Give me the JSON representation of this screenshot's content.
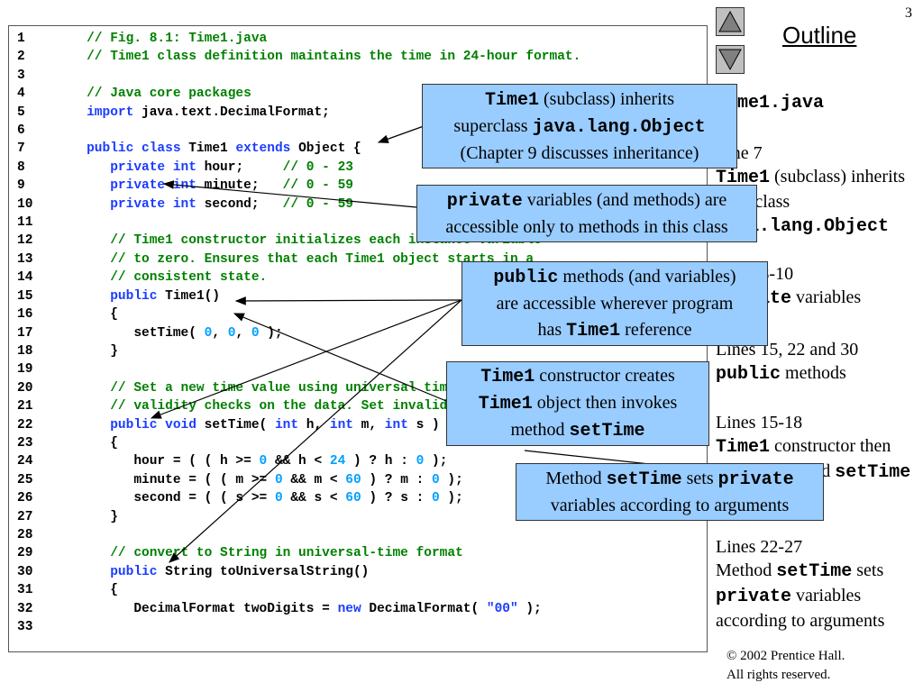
{
  "page_number": "3",
  "outline_title": "Outline",
  "code_lines": [
    {
      "num": "1",
      "parts": [
        {
          "t": "   // Fig. 8.1: Time1.java",
          "c": "c"
        }
      ]
    },
    {
      "num": "2",
      "parts": [
        {
          "t": "   // Time1 class definition maintains the time in 24-hour format.",
          "c": "c"
        }
      ]
    },
    {
      "num": "3",
      "parts": []
    },
    {
      "num": "4",
      "parts": [
        {
          "t": "   // Java core packages",
          "c": "c"
        }
      ]
    },
    {
      "num": "5",
      "parts": [
        {
          "t": "   "
        },
        {
          "t": "import",
          "c": "k"
        },
        {
          "t": " java.text.DecimalFormat;"
        }
      ]
    },
    {
      "num": "6",
      "parts": []
    },
    {
      "num": "7",
      "parts": [
        {
          "t": "   "
        },
        {
          "t": "public class",
          "c": "k"
        },
        {
          "t": " Time1 "
        },
        {
          "t": "extends",
          "c": "k"
        },
        {
          "t": " Object {"
        }
      ]
    },
    {
      "num": "8",
      "parts": [
        {
          "t": "      "
        },
        {
          "t": "private int",
          "c": "k"
        },
        {
          "t": " hour;     "
        },
        {
          "t": "// 0 - 23",
          "c": "c"
        }
      ]
    },
    {
      "num": "9",
      "parts": [
        {
          "t": "      "
        },
        {
          "t": "private int",
          "c": "k"
        },
        {
          "t": " minute;   "
        },
        {
          "t": "// 0 - 59",
          "c": "c"
        }
      ]
    },
    {
      "num": "10",
      "parts": [
        {
          "t": "      "
        },
        {
          "t": "private int",
          "c": "k"
        },
        {
          "t": " second;   "
        },
        {
          "t": "// 0 - 59",
          "c": "c"
        }
      ]
    },
    {
      "num": "11",
      "parts": []
    },
    {
      "num": "12",
      "parts": [
        {
          "t": "      // Time1 constructor initializes each instance variable",
          "c": "c"
        }
      ]
    },
    {
      "num": "13",
      "parts": [
        {
          "t": "      // to zero. Ensures that each Time1 object starts in a",
          "c": "c"
        }
      ]
    },
    {
      "num": "14",
      "parts": [
        {
          "t": "      // consistent state.",
          "c": "c"
        }
      ]
    },
    {
      "num": "15",
      "parts": [
        {
          "t": "      "
        },
        {
          "t": "public",
          "c": "k"
        },
        {
          "t": " Time1()"
        }
      ]
    },
    {
      "num": "16",
      "parts": [
        {
          "t": "      {"
        }
      ]
    },
    {
      "num": "17",
      "parts": [
        {
          "t": "         setTime( "
        },
        {
          "t": "0",
          "c": "n"
        },
        {
          "t": ", "
        },
        {
          "t": "0",
          "c": "n"
        },
        {
          "t": ", "
        },
        {
          "t": "0",
          "c": "n"
        },
        {
          "t": " );"
        }
      ]
    },
    {
      "num": "18",
      "parts": [
        {
          "t": "      }"
        }
      ]
    },
    {
      "num": "19",
      "parts": []
    },
    {
      "num": "20",
      "parts": [
        {
          "t": "      // Set a new time value using universal time. Perform",
          "c": "c"
        }
      ]
    },
    {
      "num": "21",
      "parts": [
        {
          "t": "      // validity checks on the data. Set invalid values to zero.",
          "c": "c"
        }
      ]
    },
    {
      "num": "22",
      "parts": [
        {
          "t": "      "
        },
        {
          "t": "public void",
          "c": "k"
        },
        {
          "t": " setTime( "
        },
        {
          "t": "int",
          "c": "k"
        },
        {
          "t": " h, "
        },
        {
          "t": "int",
          "c": "k"
        },
        {
          "t": " m, "
        },
        {
          "t": "int",
          "c": "k"
        },
        {
          "t": " s )"
        }
      ]
    },
    {
      "num": "23",
      "parts": [
        {
          "t": "      {"
        }
      ]
    },
    {
      "num": "24",
      "parts": [
        {
          "t": "         hour = ( ( h >= "
        },
        {
          "t": "0",
          "c": "n"
        },
        {
          "t": " && h < "
        },
        {
          "t": "24",
          "c": "n"
        },
        {
          "t": " ) ? h : "
        },
        {
          "t": "0",
          "c": "n"
        },
        {
          "t": " );"
        }
      ]
    },
    {
      "num": "25",
      "parts": [
        {
          "t": "         minute = ( ( m >= "
        },
        {
          "t": "0",
          "c": "n"
        },
        {
          "t": " && m < "
        },
        {
          "t": "60",
          "c": "n"
        },
        {
          "t": " ) ? m : "
        },
        {
          "t": "0",
          "c": "n"
        },
        {
          "t": " );"
        }
      ]
    },
    {
      "num": "26",
      "parts": [
        {
          "t": "         second = ( ( s >= "
        },
        {
          "t": "0",
          "c": "n"
        },
        {
          "t": " && s < "
        },
        {
          "t": "60",
          "c": "n"
        },
        {
          "t": " ) ? s : "
        },
        {
          "t": "0",
          "c": "n"
        },
        {
          "t": " );"
        }
      ]
    },
    {
      "num": "27",
      "parts": [
        {
          "t": "      }"
        }
      ]
    },
    {
      "num": "28",
      "parts": []
    },
    {
      "num": "29",
      "parts": [
        {
          "t": "      // convert to String in universal-time format",
          "c": "c"
        }
      ]
    },
    {
      "num": "30",
      "parts": [
        {
          "t": "      "
        },
        {
          "t": "public",
          "c": "k"
        },
        {
          "t": " String toUniversalString()"
        }
      ]
    },
    {
      "num": "31",
      "parts": [
        {
          "t": "      {"
        }
      ]
    },
    {
      "num": "32",
      "parts": [
        {
          "t": "         DecimalFormat twoDigits = "
        },
        {
          "t": "new",
          "c": "k"
        },
        {
          "t": " DecimalFormat( "
        },
        {
          "t": "\"00\"",
          "c": "s"
        },
        {
          "t": " );"
        }
      ]
    },
    {
      "num": "33",
      "parts": []
    }
  ],
  "sidebar": [
    {
      "parts": [
        {
          "t": "Time1.java",
          "m": true
        }
      ]
    },
    {
      "parts": [
        {
          "t": "Line 7"
        }
      ],
      "br": [
        {
          "t": "Time1",
          "m": true
        },
        {
          "t": " (subclass) inherits superclass "
        },
        {
          "t": "java.lang.Object",
          "m": true
        }
      ]
    },
    {
      "parts": [
        {
          "t": "Lines 8-10"
        }
      ],
      "br": [
        {
          "t": "private",
          "m": true
        },
        {
          "t": " variables"
        }
      ]
    },
    {
      "parts": [
        {
          "t": "Lines 15, 22 and 30"
        }
      ],
      "br": [
        {
          "t": "public",
          "m": true
        },
        {
          "t": " methods"
        }
      ]
    },
    {
      "parts": [
        {
          "t": "Lines 15-18"
        }
      ],
      "br": [
        {
          "t": "Time1",
          "m": true
        },
        {
          "t": " constructor then invokes method "
        },
        {
          "t": "setTime",
          "m": true
        }
      ]
    },
    {
      "parts": [
        {
          "t": "Lines 22-27"
        }
      ],
      "br": [
        {
          "t": "Method "
        },
        {
          "t": "setTime",
          "m": true
        },
        {
          "t": " sets "
        },
        {
          "t": "private",
          "m": true
        },
        {
          "t": " variables according to arguments"
        }
      ]
    }
  ],
  "callouts": [
    {
      "id": "inherits",
      "lines": [
        [
          {
            "t": "Time1",
            "m": true
          },
          {
            "t": " (subclass) inherits"
          }
        ],
        [
          {
            "t": "superclass "
          },
          {
            "t": "java.lang.Object",
            "m": true
          }
        ],
        [
          {
            "t": "(Chapter 9 discusses inheritance)"
          }
        ]
      ]
    },
    {
      "id": "private",
      "lines": [
        [
          {
            "t": "private",
            "m": true
          },
          {
            "t": " variables (and methods) are"
          }
        ],
        [
          {
            "t": "accessible only to methods in this class"
          }
        ]
      ]
    },
    {
      "id": "public",
      "lines": [
        [
          {
            "t": "public",
            "m": true
          },
          {
            "t": " methods (and variables)"
          }
        ],
        [
          {
            "t": "are accessible wherever program"
          }
        ],
        [
          {
            "t": "has "
          },
          {
            "t": "Time1",
            "m": true
          },
          {
            "t": " reference"
          }
        ]
      ]
    },
    {
      "id": "constructor",
      "lines": [
        [
          {
            "t": "Time1",
            "m": true
          },
          {
            "t": " constructor creates"
          }
        ],
        [
          {
            "t": "Time1",
            "m": true
          },
          {
            "t": " object then invokes"
          }
        ],
        [
          {
            "t": "method "
          },
          {
            "t": "setTime",
            "m": true
          }
        ]
      ]
    },
    {
      "id": "settime",
      "lines": [
        [
          {
            "t": "Method "
          },
          {
            "t": "setTime",
            "m": true
          },
          {
            "t": " sets "
          },
          {
            "t": "private",
            "m": true
          }
        ],
        [
          {
            "t": "variables according to arguments"
          }
        ]
      ]
    }
  ],
  "copyright": {
    "line1": "© 2002 Prentice Hall.",
    "line2": "All rights reserved."
  },
  "colors": {
    "callout": "#99ccff",
    "comment": "#008000",
    "keyword": "#1a3cff",
    "number": "#00a0ff"
  }
}
